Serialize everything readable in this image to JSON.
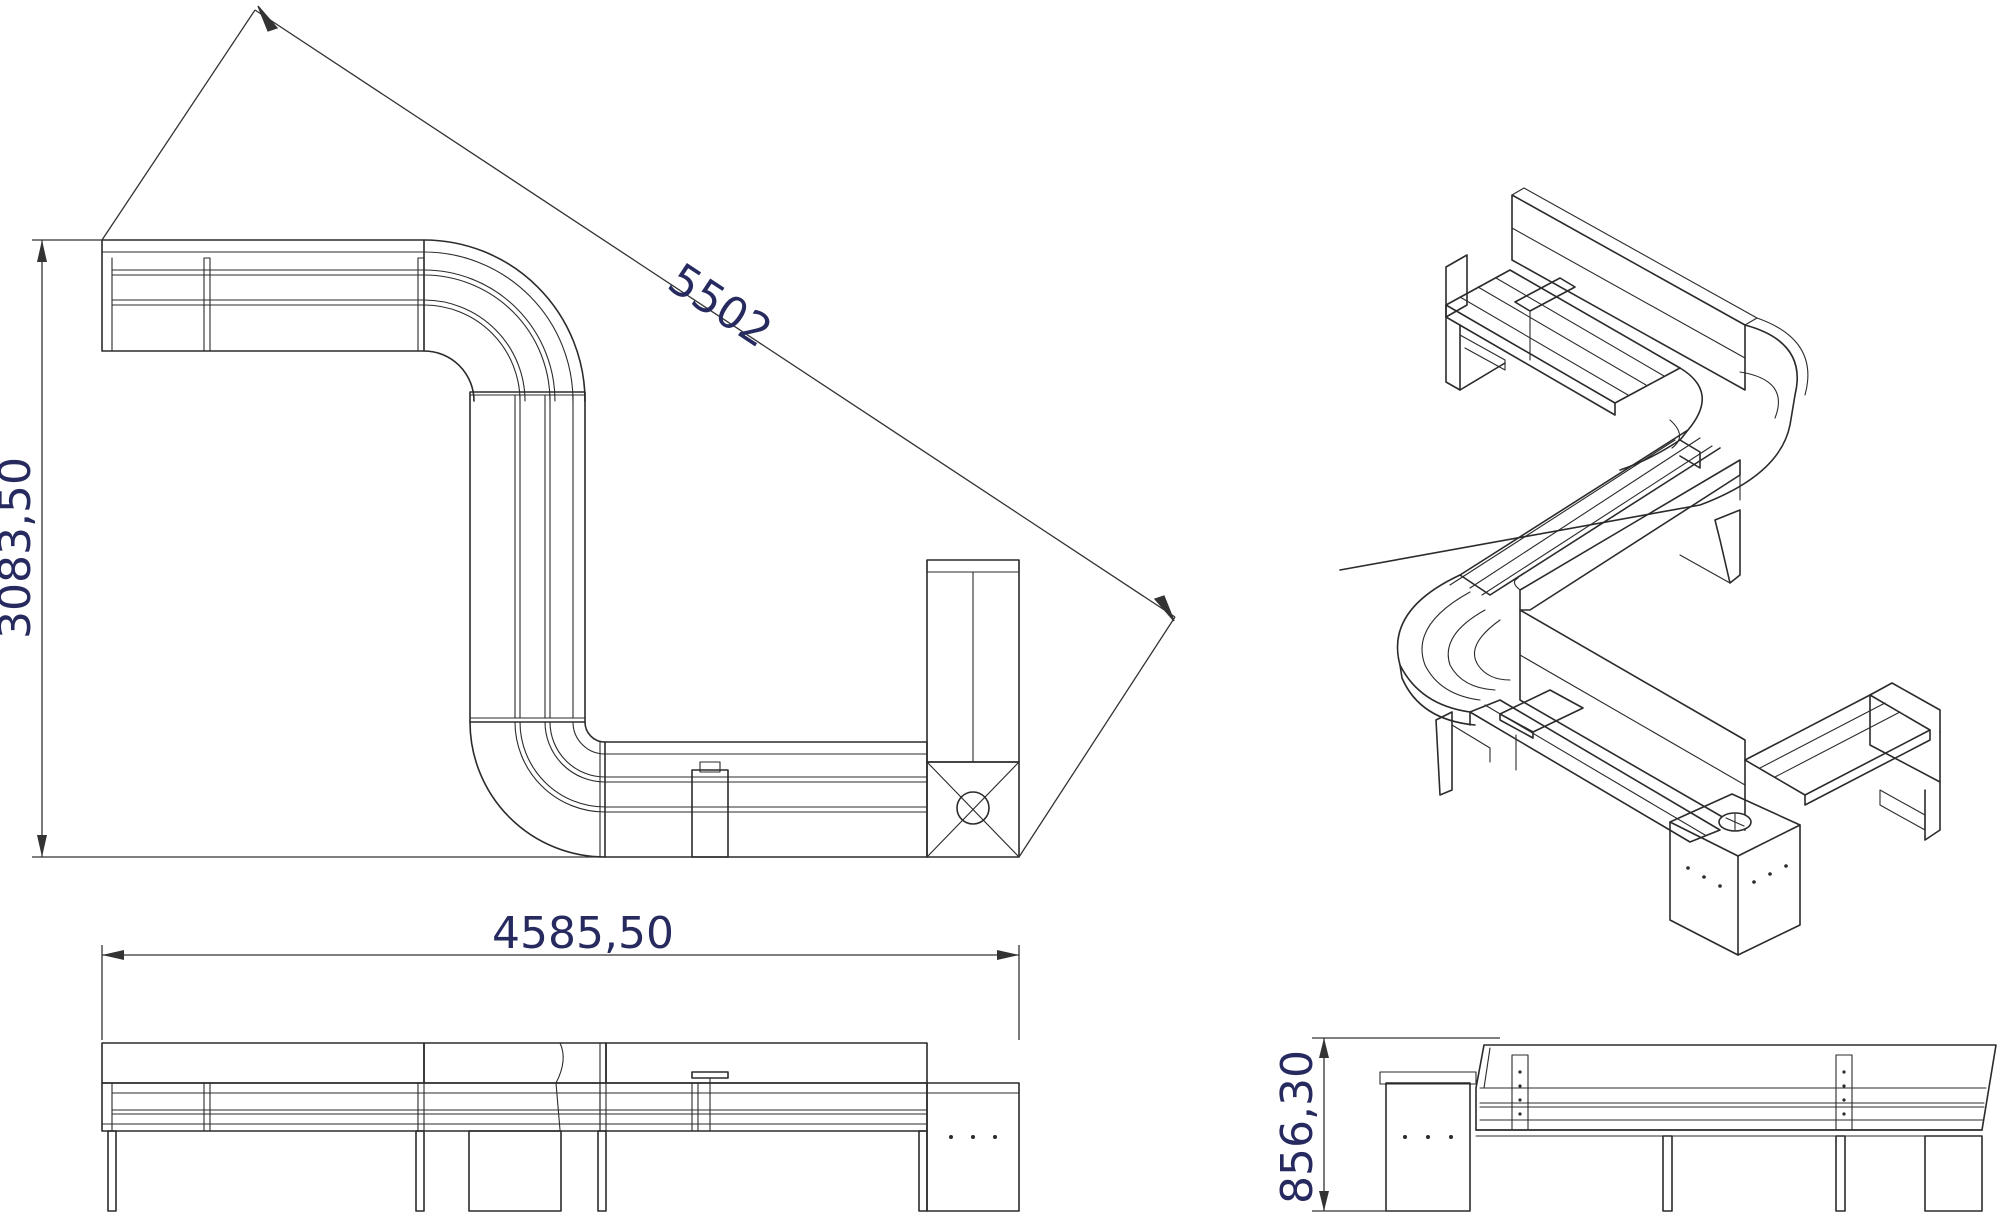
{
  "dimensions": {
    "diagonal": "5502",
    "depth": "3083,50",
    "width": "4585,50",
    "height": "856,30"
  },
  "colors": {
    "line": "#2b2b2b",
    "dimension_text": "#262a5e",
    "background": "#ffffff"
  }
}
